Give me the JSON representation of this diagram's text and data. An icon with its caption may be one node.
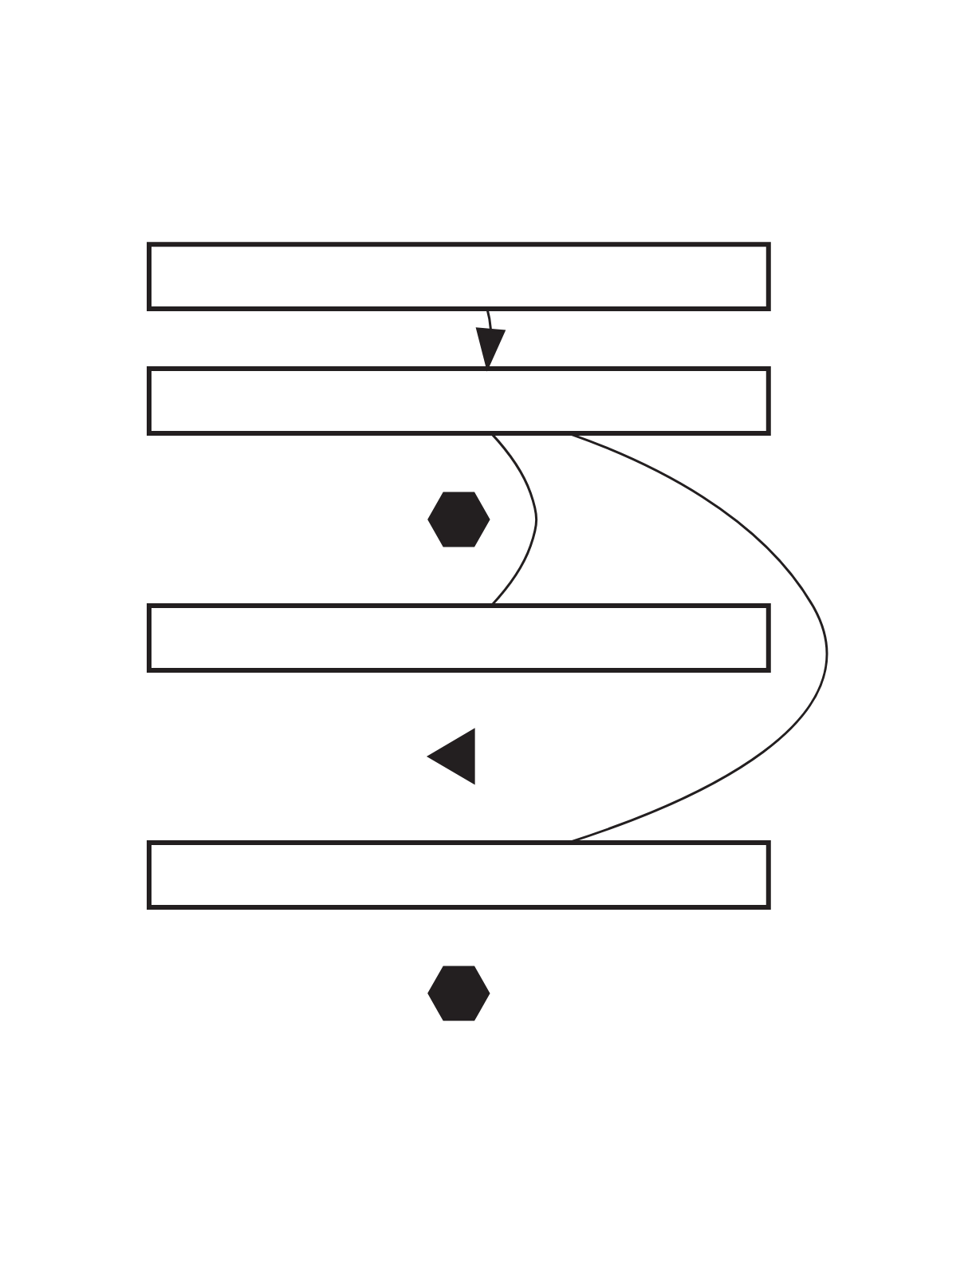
{
  "diagram": {
    "nodes": [
      {
        "text": [],
        "shape": "box"
      },
      {
        "text": [],
        "shape": "box"
      },
      {
        "text": [],
        "shape": "hexagon"
      },
      {
        "text": [],
        "shape": "box"
      },
      {
        "text": [],
        "shape": "triangle"
      },
      {
        "text": [],
        "shape": "box"
      },
      {
        "text": [],
        "shape": "hexagon"
      }
    ],
    "edges": [
      {
        "from": 0,
        "to": 1,
        "arrow": "to"
      },
      {
        "from": 1,
        "to": 3,
        "arrow": "none"
      },
      {
        "from": 1,
        "to": 5,
        "arrow": "none"
      }
    ]
  }
}
